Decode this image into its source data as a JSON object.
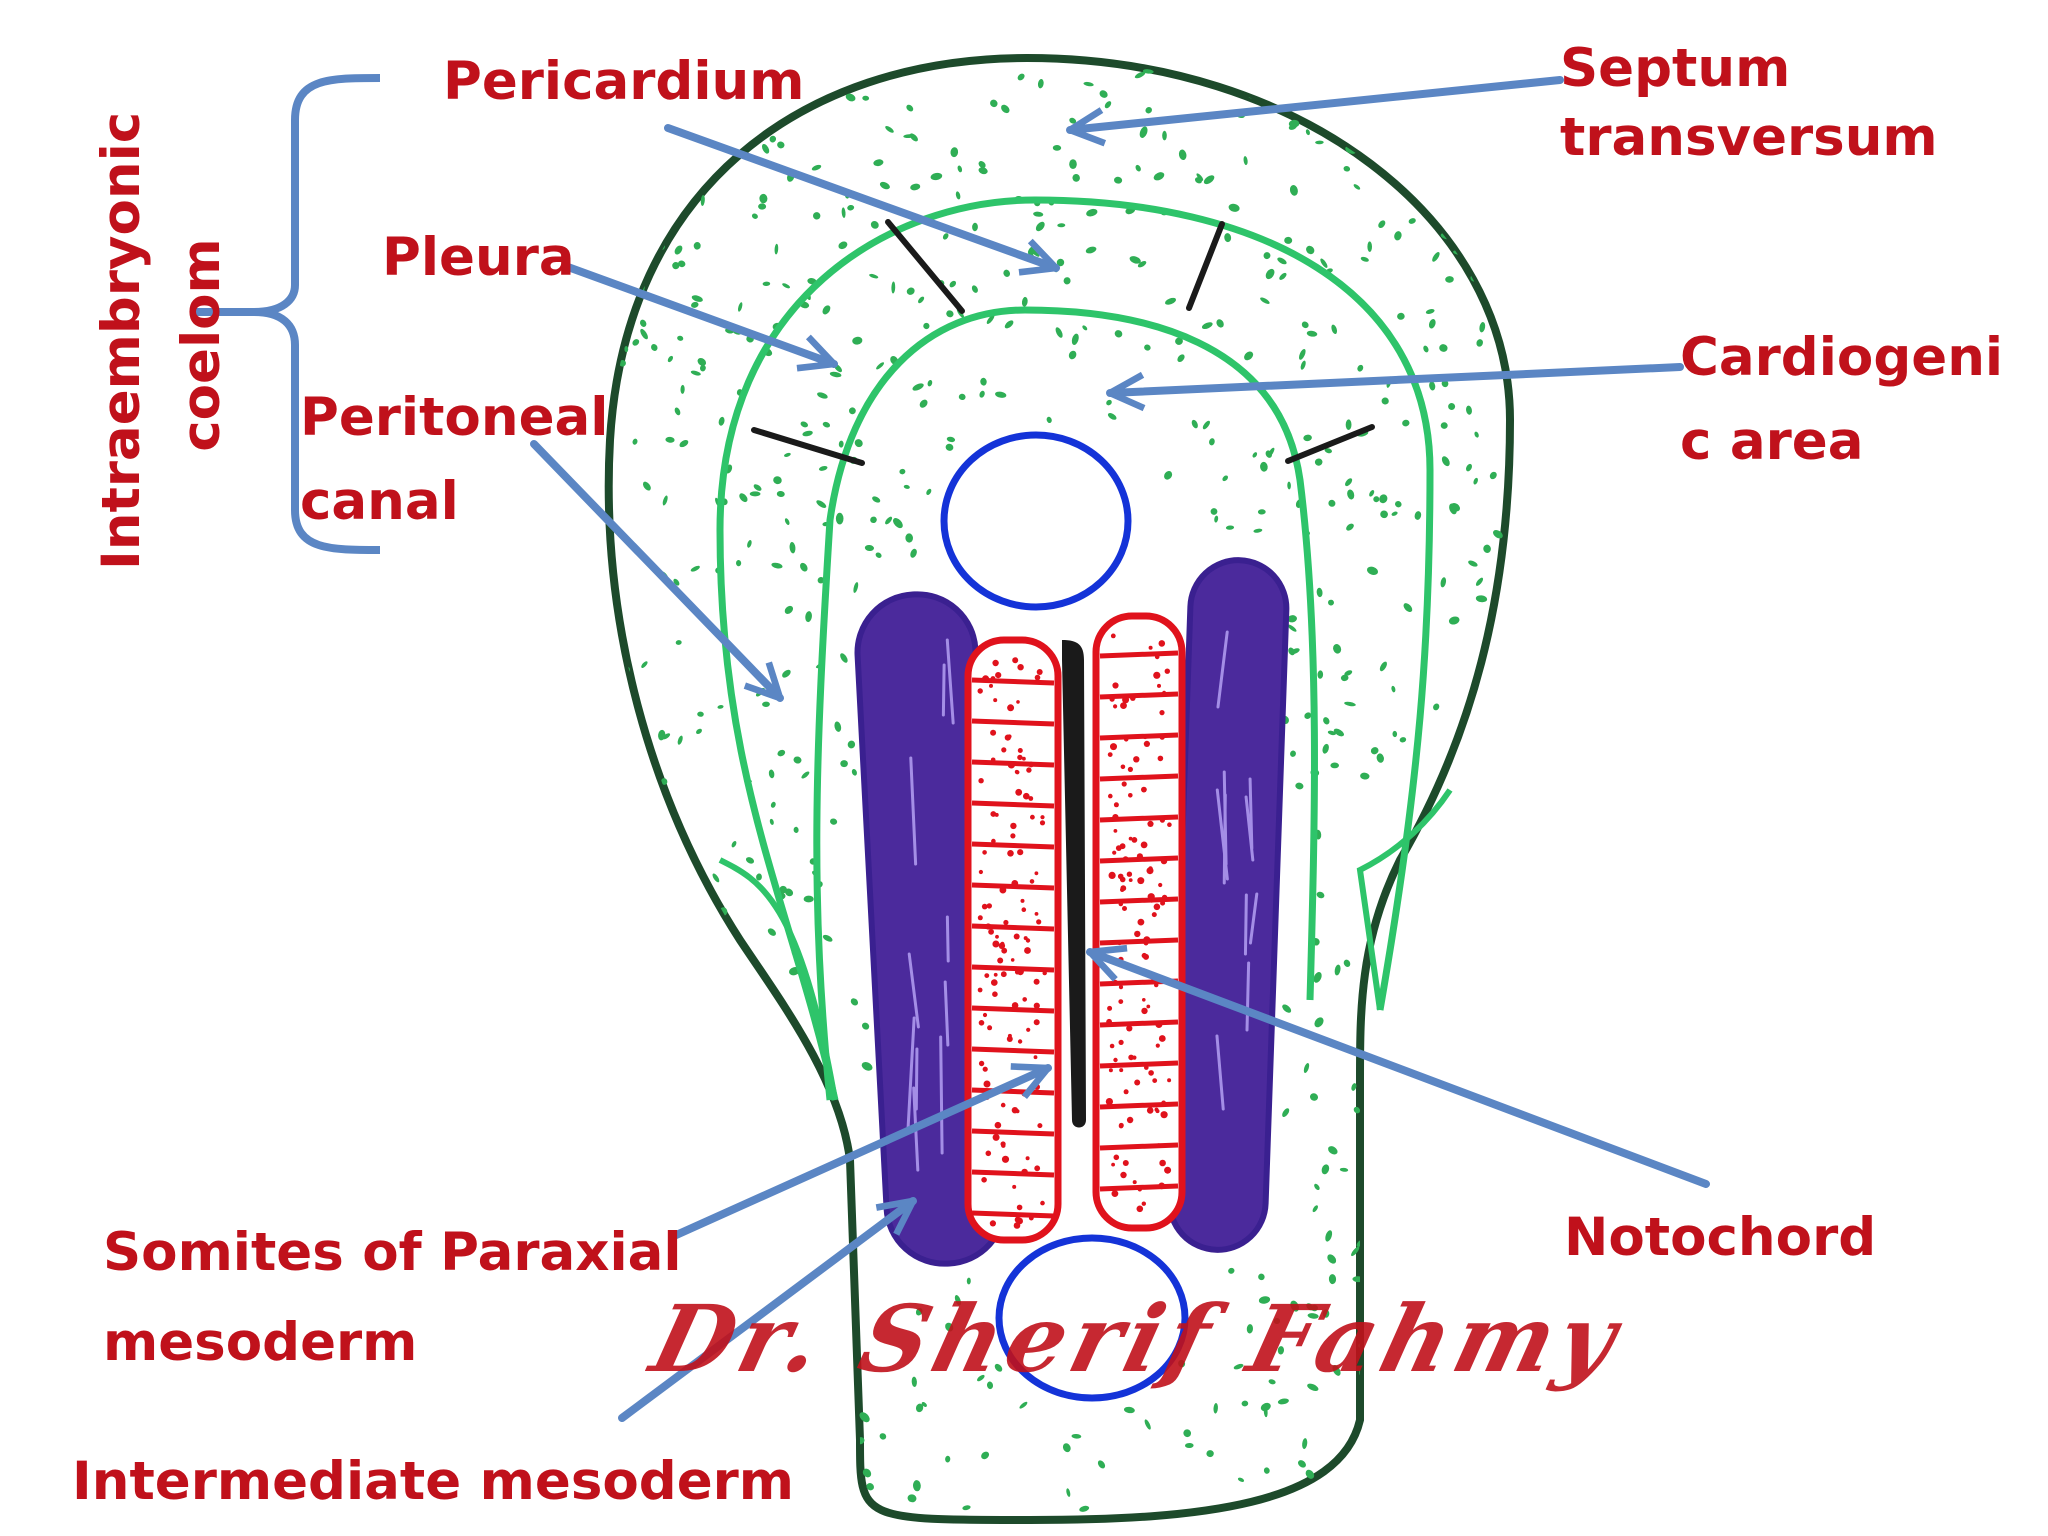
{
  "labels": {
    "pericardium": "Pericardium",
    "septum": [
      "Septum",
      "transversum"
    ],
    "pleura": "Pleura",
    "cardiogenic": [
      "Cardiogeni",
      "c area"
    ],
    "peritoneal": [
      "Peritoneal",
      "canal"
    ],
    "coelom": [
      "Intraembryonic",
      "coelom"
    ],
    "somites": [
      "Somites of Paraxial",
      "mesoderm"
    ],
    "notochord": "Notochord",
    "intermediate": "Intermediate mesoderm"
  },
  "signature": "Dr. Sherif Fahmy",
  "colors": {
    "label_red": "#c0111b",
    "outline_dark_green": "#1d4a2b",
    "coelom_green": "#2ec46a",
    "dot_green": "#2fae55",
    "arrow_blue": "#5b86c4",
    "tube_blue": "#1433d8",
    "intermediate_purple": "#4b2a9c",
    "somite_red": "#e0121c",
    "notochord_black": "#1a1a1a"
  }
}
